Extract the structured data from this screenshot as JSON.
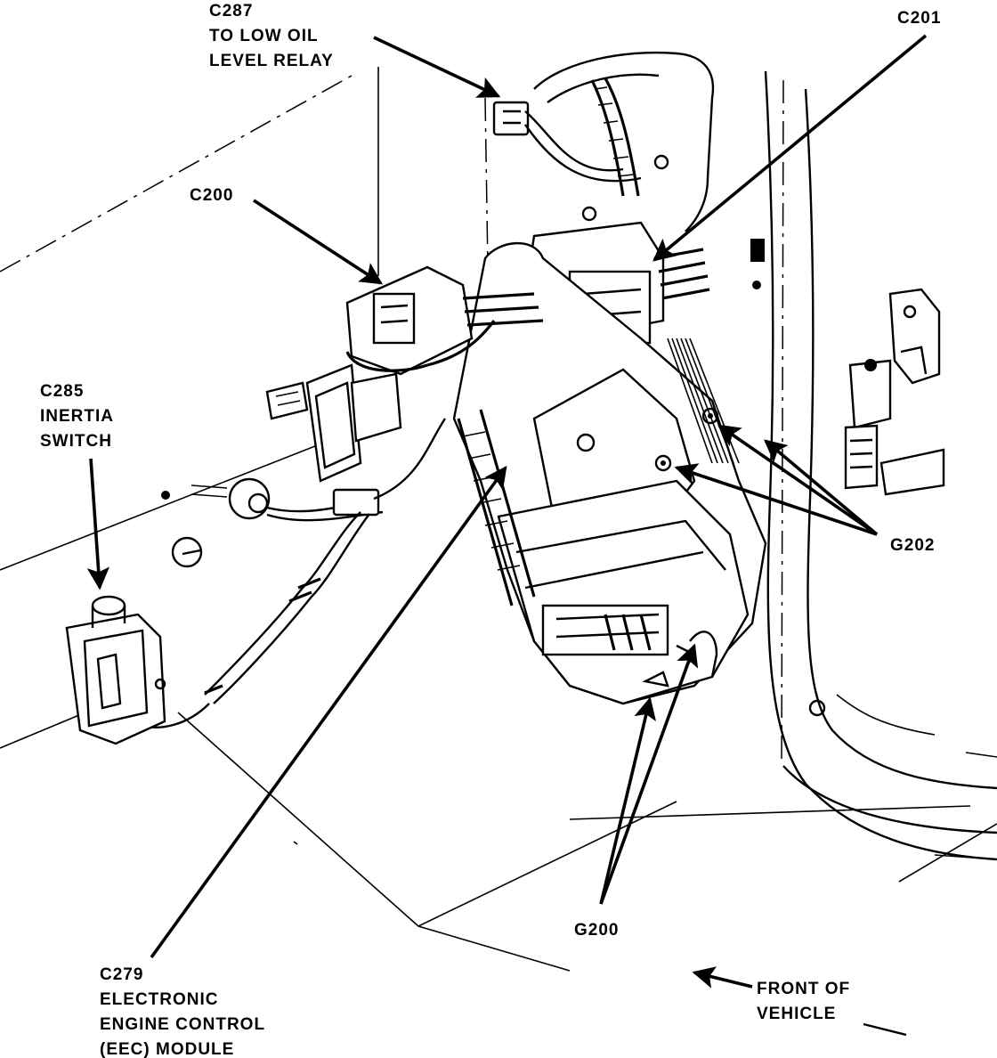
{
  "labels": {
    "c287": [
      "C287",
      "TO LOW OIL",
      "LEVEL RELAY"
    ],
    "c201": [
      "C201"
    ],
    "c200": [
      "C200"
    ],
    "c285": [
      "C285",
      "INERTIA",
      "SWITCH"
    ],
    "g202": [
      "G202"
    ],
    "g200": [
      "G200"
    ],
    "c279": [
      "C279",
      "ELECTRONIC",
      "ENGINE CONTROL",
      "(EEC) MODULE"
    ],
    "front": [
      "FRONT OF",
      "VEHICLE"
    ]
  },
  "colors": {
    "ink": "#000000",
    "paper": "#ffffff"
  }
}
